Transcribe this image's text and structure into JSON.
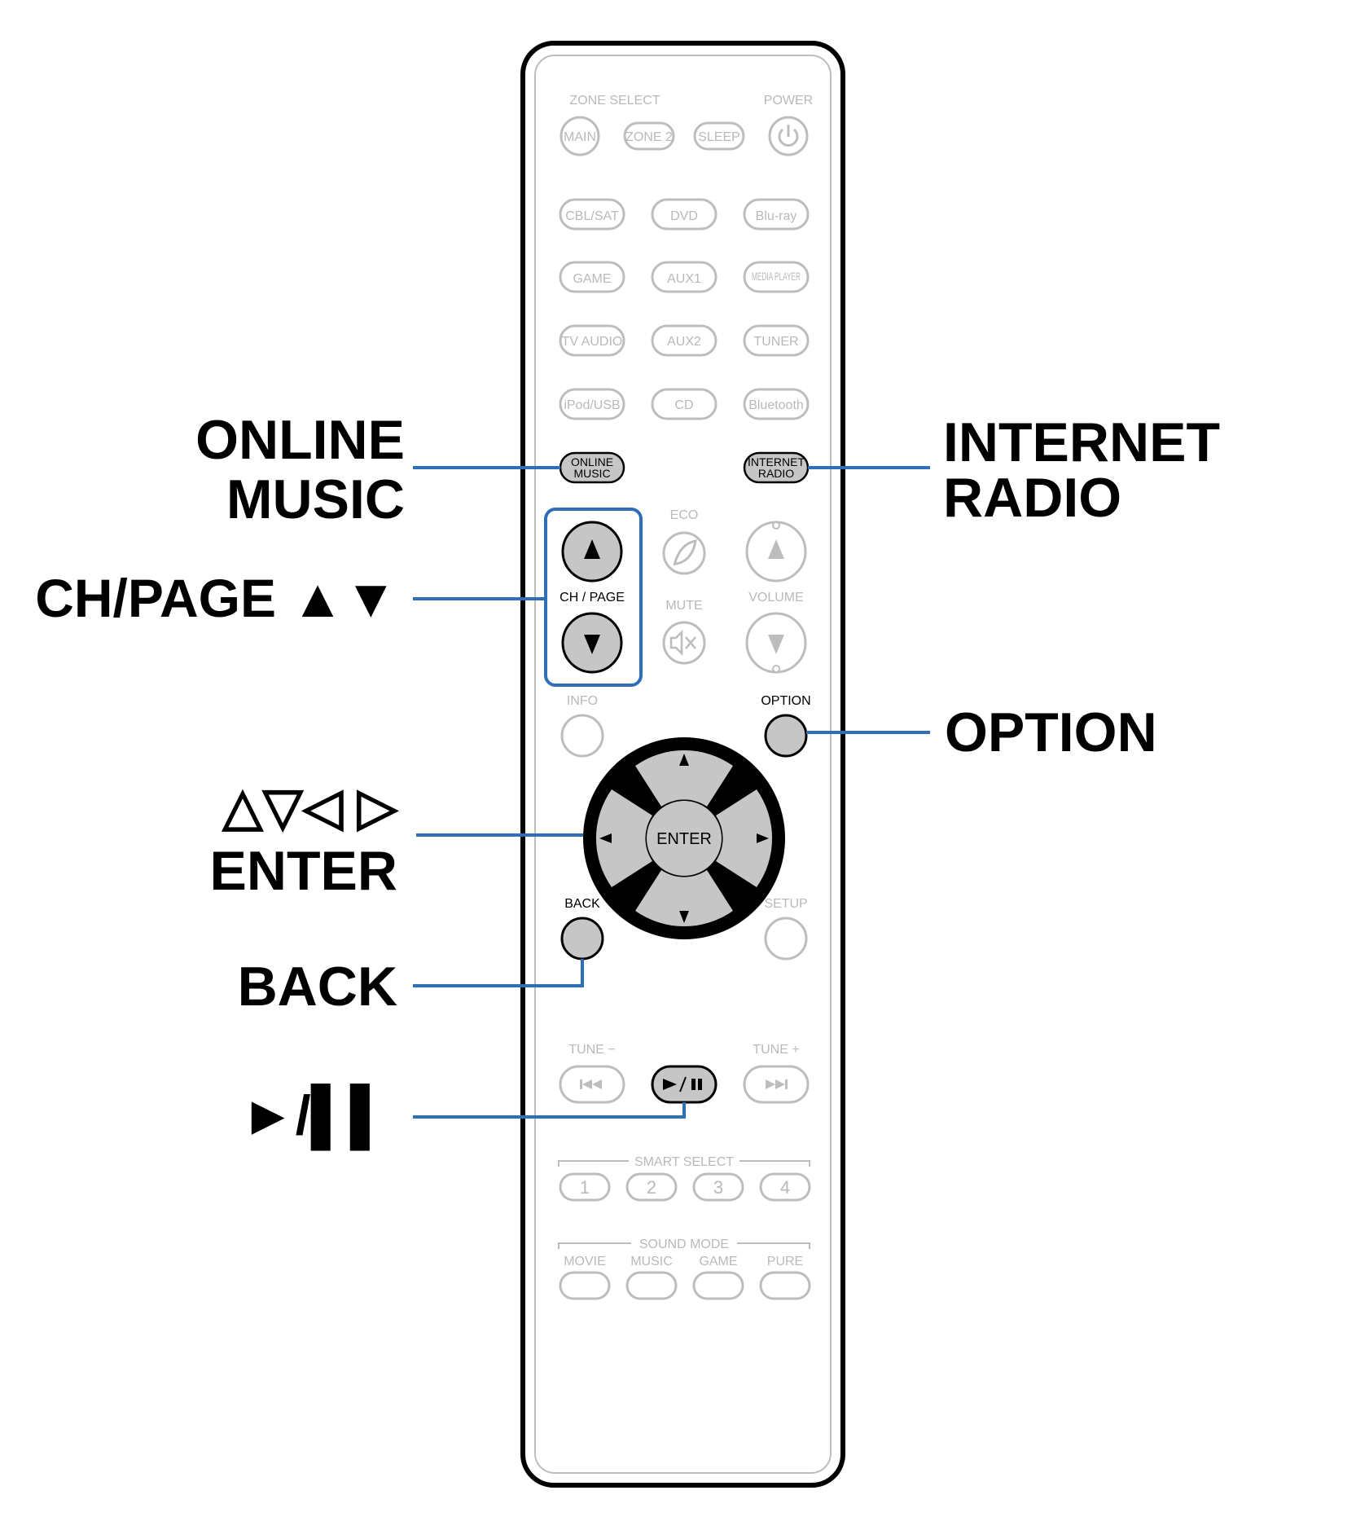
{
  "callouts": {
    "online_music_line1": "ONLINE",
    "online_music_line2": "MUSIC",
    "internet_radio_line1": "INTERNET",
    "internet_radio_line2": "RADIO",
    "ch_page": "CH/PAGE ▲▼",
    "option": "OPTION",
    "arrows": "△▽◁ ▷",
    "enter": "ENTER",
    "back": "BACK",
    "play_pause": "►/▌▌"
  },
  "remote": {
    "zone_select_label": "ZONE SELECT",
    "power_label": "POWER",
    "zone_buttons": [
      "MAIN",
      "ZONE 2",
      "SLEEP"
    ],
    "source_rows": [
      [
        "CBL/SAT",
        "DVD",
        "Blu-ray"
      ],
      [
        "GAME",
        "AUX1",
        "MEDIA PLAYER"
      ],
      [
        "TV AUDIO",
        "AUX2",
        "TUNER"
      ],
      [
        "iPod/USB",
        "CD",
        "Bluetooth"
      ]
    ],
    "online_music_button": [
      "ONLINE",
      "MUSIC"
    ],
    "internet_radio_button": [
      "INTERNET",
      "RADIO"
    ],
    "eco_label": "ECO",
    "mute_label": "MUTE",
    "volume_label": "VOLUME",
    "ch_page_label": "CH / PAGE",
    "info_label": "INFO",
    "option_label": "OPTION",
    "enter_label": "ENTER",
    "back_label": "BACK",
    "setup_label": "SETUP",
    "tune_minus_label": "TUNE −",
    "tune_plus_label": "TUNE +",
    "smart_select_label": "SMART SELECT",
    "smart_select_buttons": [
      "1",
      "2",
      "3",
      "4"
    ],
    "sound_mode_label": "SOUND MODE",
    "sound_mode_buttons": [
      "MOVIE",
      "MUSIC",
      "GAME",
      "PURE"
    ]
  },
  "colors": {
    "callout_line": "#2f6fb5",
    "highlight_fill": "#c6c6c6",
    "faded_outline": "#bdbdbd"
  }
}
